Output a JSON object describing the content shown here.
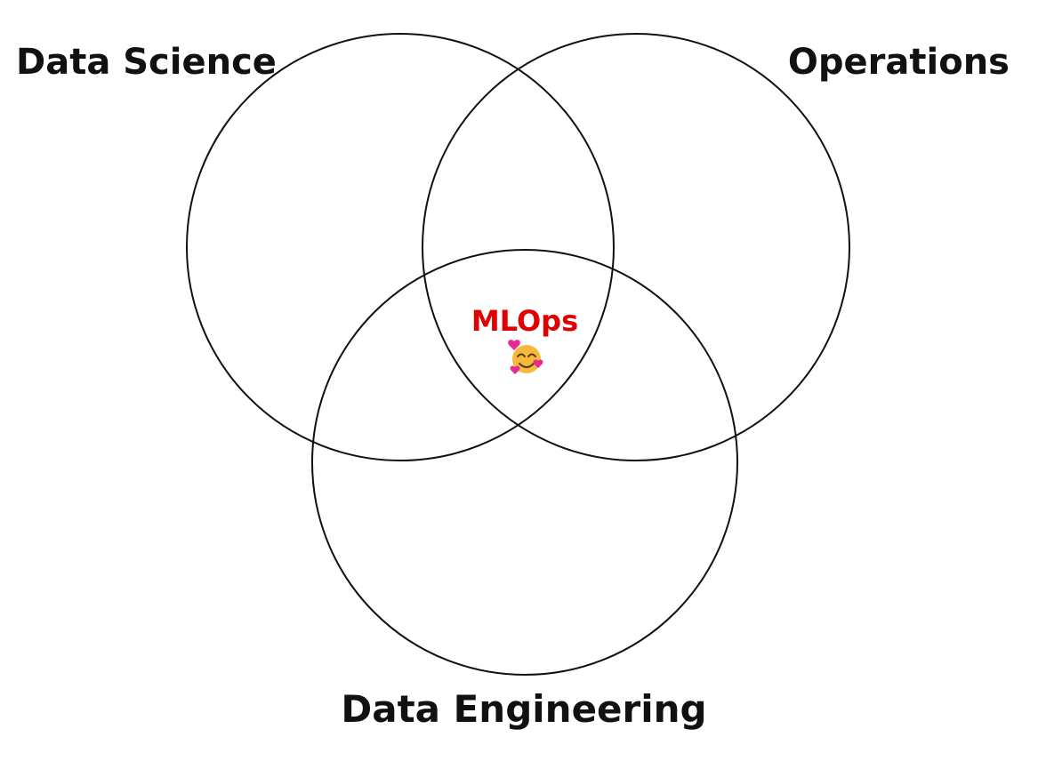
{
  "diagram": {
    "sets": [
      {
        "label": "Data Science"
      },
      {
        "label": "Operations"
      },
      {
        "label": "Data Engineering"
      }
    ],
    "intersection": {
      "label": "MLOps",
      "emoji": "🥰",
      "icon": "smiling-face-with-hearts-icon"
    }
  },
  "colors": {
    "background": "#ffffff",
    "circle_stroke": "#111111",
    "set_label": "#111111",
    "intersection_label": "#e00000"
  }
}
